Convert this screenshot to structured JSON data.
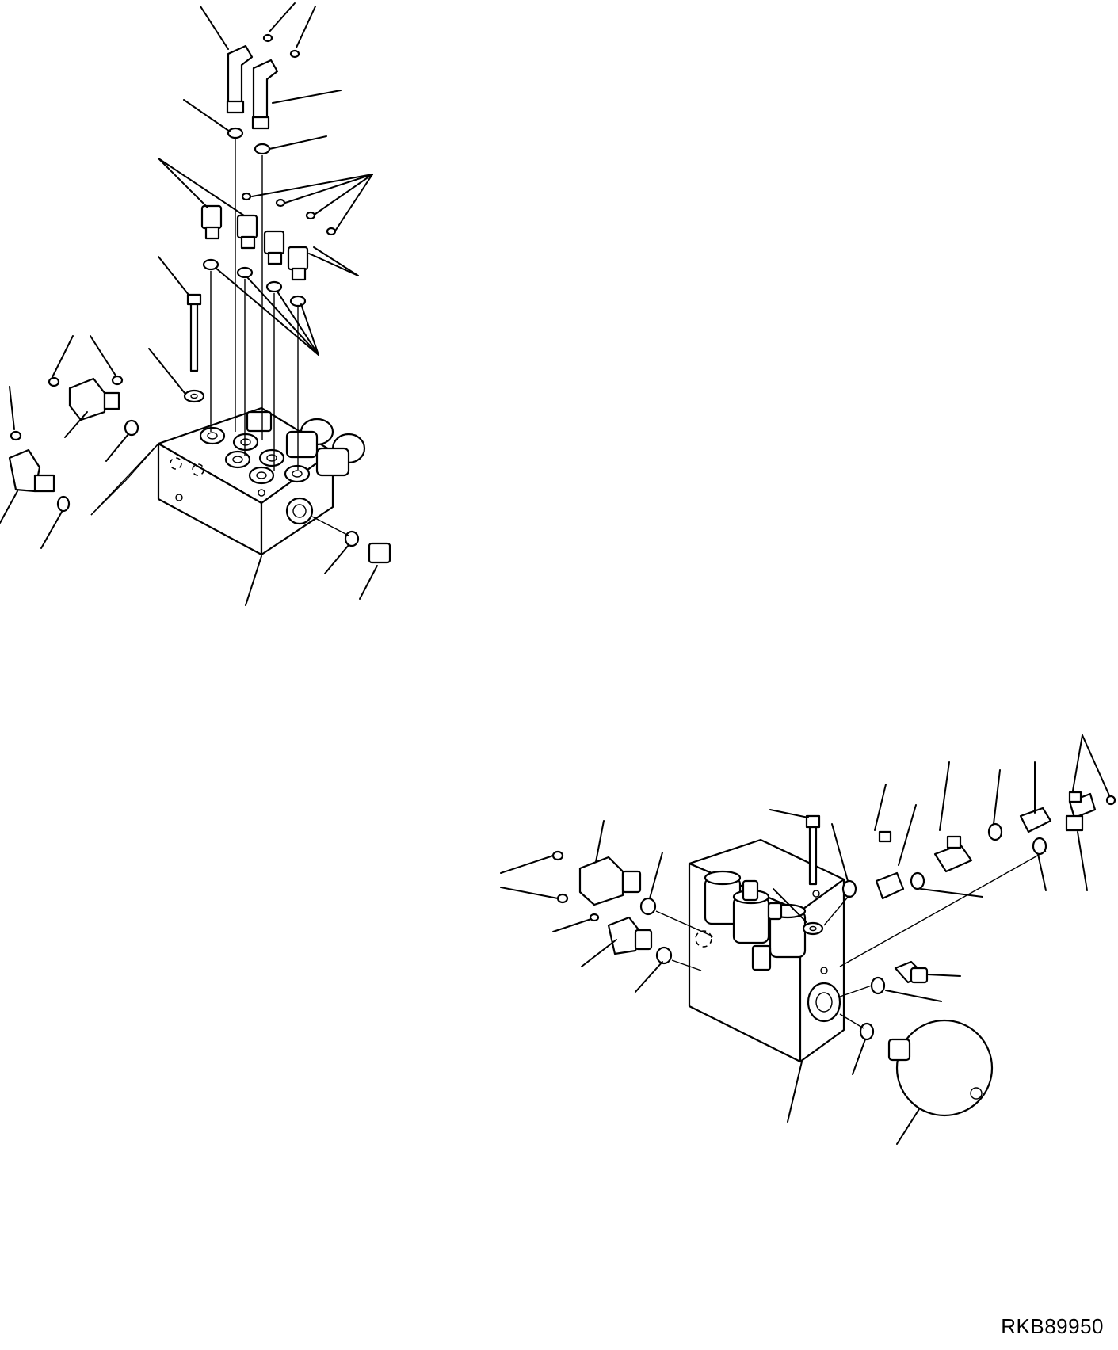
{
  "drawing": {
    "code": "RKB89950",
    "views": [
      "upper-left-assembly",
      "lower-right-assembly"
    ]
  }
}
